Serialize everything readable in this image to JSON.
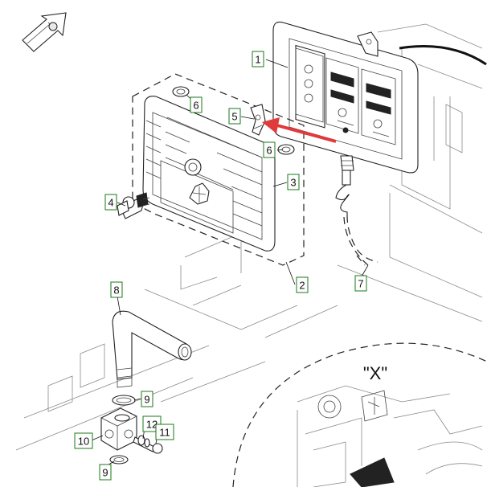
{
  "callouts": {
    "c1": "1",
    "c2": "2",
    "c3": "3",
    "c4": "4",
    "c5": "5",
    "c6a": "6",
    "c6b": "6",
    "c7": "7",
    "c8": "8",
    "c9a": "9",
    "c9b": "9",
    "c10": "10",
    "c11": "11",
    "c12": "12"
  },
  "detail_label": "\"X\"",
  "colors": {
    "callout_border": "#1a7a1a",
    "arrow": "#e03a3a"
  },
  "icons": [
    "direction-arrow-icon"
  ]
}
